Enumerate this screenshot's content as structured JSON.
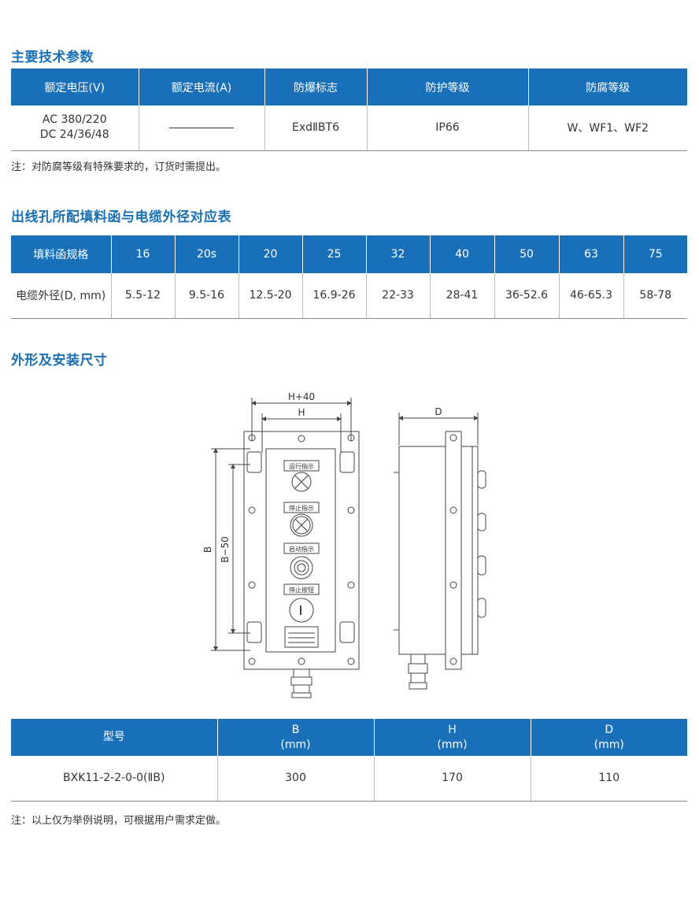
{
  "section1": {
    "title": "主要技术参数",
    "headers": [
      "额定电压(V)",
      "额定电流(A)",
      "防爆标志",
      "防护等级",
      "防腐等级"
    ],
    "row": {
      "voltage_line1": "AC 380/220",
      "voltage_line2": "DC 24/36/48",
      "current": "",
      "explosion_mark": "ExdⅡBT6",
      "protection": "IP66",
      "anticorrosion": "W、WF1、WF2"
    },
    "note": "注：对防腐等级有特殊要求的，订货时需提出。"
  },
  "section2": {
    "title": "出线孔所配填料函与电缆外径对应表",
    "header_label": "填料函规格",
    "sizes": [
      "16",
      "20s",
      "20",
      "25",
      "32",
      "40",
      "50",
      "63",
      "75"
    ],
    "row_label": "电缆外径(D, mm)",
    "diameters": [
      "5.5-12",
      "9.5-16",
      "12.5-20",
      "16.9-26",
      "22-33",
      "28-41",
      "36-52.6",
      "46-65.3",
      "58-78"
    ]
  },
  "section3": {
    "title": "外形及安装尺寸",
    "drawing": {
      "dim_h40": "H+40",
      "dim_h": "H",
      "dim_d": "D",
      "dim_b": "B",
      "dim_b50": "B−50",
      "labels": [
        "运行指示",
        "停止指示",
        "启动指示",
        "停止按钮"
      ]
    },
    "table": {
      "headers": [
        {
          "line1": "型号",
          "line2": ""
        },
        {
          "line1": "B",
          "line2": "(mm)"
        },
        {
          "line1": "H",
          "line2": "(mm)"
        },
        {
          "line1": "D",
          "line2": "(mm)"
        }
      ],
      "row": [
        "BXK11-2-2-0-0(ⅡB)",
        "300",
        "170",
        "110"
      ]
    },
    "note": "注：以上仅为举例说明，可根据用户需求定做。"
  }
}
